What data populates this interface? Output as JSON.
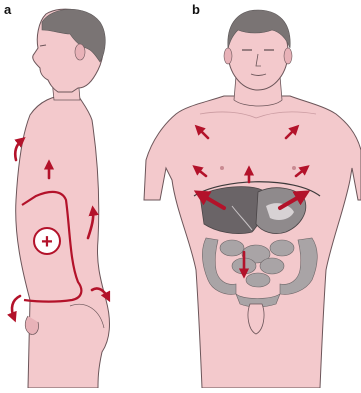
{
  "panels": [
    {
      "label": "a",
      "view": "lateral",
      "symbol": "+"
    },
    {
      "label": "b",
      "view": "frontal"
    }
  ],
  "colors": {
    "skin": "#f3c9cc",
    "skin_shade": "#e8b2b8",
    "outline": "#6b5559",
    "hair": "#7a7474",
    "arrow": "#b3122a",
    "organ_dark": "#6a6467",
    "organ_mid": "#8f8a8c",
    "organ_light": "#c9c4c6",
    "intestine": "#a9a4a6"
  }
}
